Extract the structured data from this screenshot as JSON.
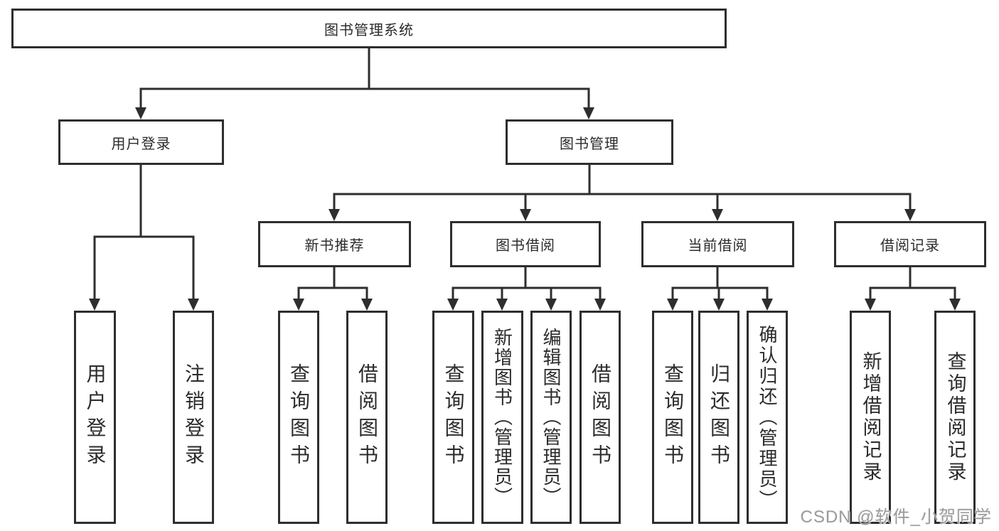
{
  "diagram": {
    "root": {
      "label": "图书管理系统"
    },
    "branches": [
      {
        "label": "用户登录",
        "children": [
          {
            "label": "用户登录"
          },
          {
            "label": "注销登录"
          }
        ]
      },
      {
        "label": "图书管理",
        "children": [
          {
            "label": "新书推荐",
            "children": [
              {
                "label": "查询图书"
              },
              {
                "label": "借阅图书"
              }
            ]
          },
          {
            "label": "图书借阅",
            "children": [
              {
                "label": "查询图书"
              },
              {
                "label": "新增图书（管理员）"
              },
              {
                "label": "编辑图书（管理员）"
              },
              {
                "label": "借阅图书"
              }
            ]
          },
          {
            "label": "当前借阅",
            "children": [
              {
                "label": "查询图书"
              },
              {
                "label": "归还图书"
              },
              {
                "label": "确认归还（管理员）"
              }
            ]
          },
          {
            "label": "借阅记录",
            "children": [
              {
                "label": "新增借阅记录"
              },
              {
                "label": "查询借阅记录"
              }
            ]
          }
        ]
      }
    ]
  },
  "watermark": {
    "text": "CSDN @软件_小贺同学"
  },
  "colors": {
    "line": "#2e2e2e",
    "box_border": "#2e2e2e",
    "box_background": "#ffffff",
    "text": "#2b2b2b",
    "watermark": "#9b9b9b",
    "background": "#ffffff"
  }
}
